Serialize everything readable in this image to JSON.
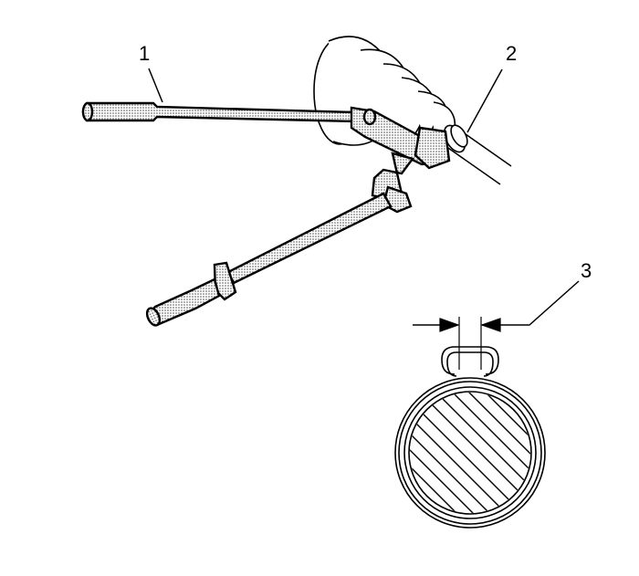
{
  "diagram": {
    "description": "Crimping tool installing clamp on axle boot, with detail of crimped clamp ear gap",
    "colors": {
      "stroke": "#000000",
      "background": "#ffffff",
      "stipple": "#8a8a8a"
    },
    "callouts": [
      {
        "id": "1",
        "label": "1",
        "target": "crimping-tool-handle"
      },
      {
        "id": "2",
        "label": "2",
        "target": "boot-clamp"
      },
      {
        "id": "3",
        "label": "3",
        "target": "clamp-ear-gap-dimension"
      }
    ]
  }
}
